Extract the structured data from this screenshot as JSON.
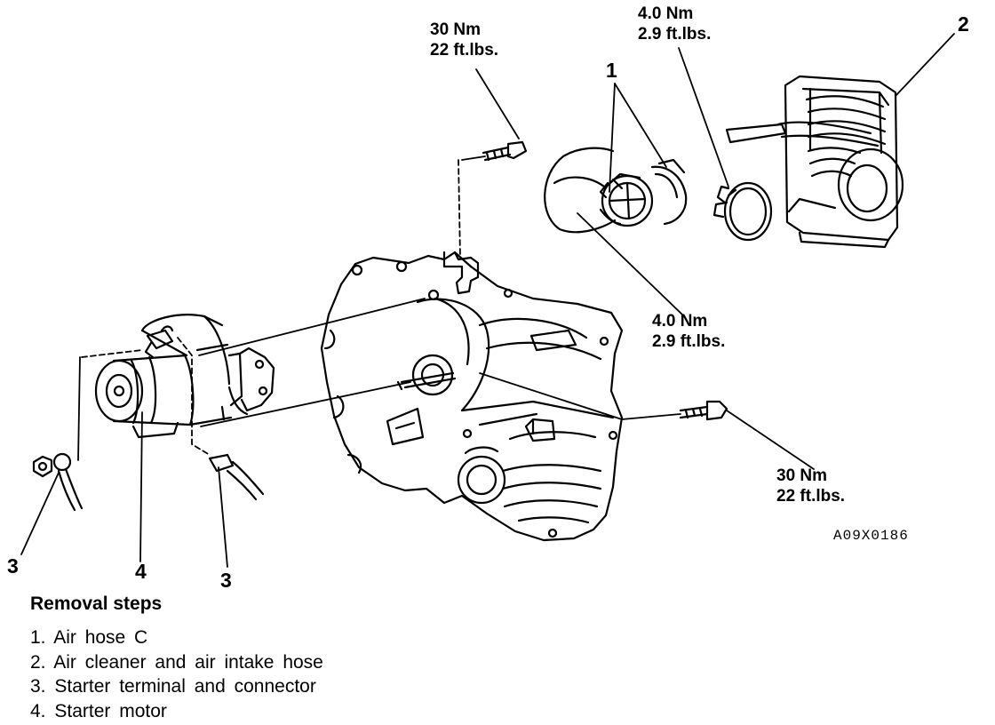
{
  "torque_labels": {
    "top_bolt": {
      "nm": "30 Nm",
      "ftlbs": "22 ft.lbs."
    },
    "clamp_right": {
      "nm": "4.0 Nm",
      "ftlbs": "2.9 ft.lbs."
    },
    "clamp_center": {
      "nm": "4.0 Nm",
      "ftlbs": "2.9 ft.lbs."
    },
    "side_bolt": {
      "nm": "30 Nm",
      "ftlbs": "22 ft.lbs."
    }
  },
  "callouts": {
    "air_hose": "1",
    "air_cleaner": "2",
    "terminal_left": "3",
    "starter_motor": "4",
    "connector": "3"
  },
  "figure_code": "A09X0186",
  "removal": {
    "title": "Removal steps",
    "steps": [
      "1. Air hose C",
      "2. Air cleaner and air intake hose",
      "3. Starter terminal and connector",
      "4. Starter motor"
    ]
  }
}
